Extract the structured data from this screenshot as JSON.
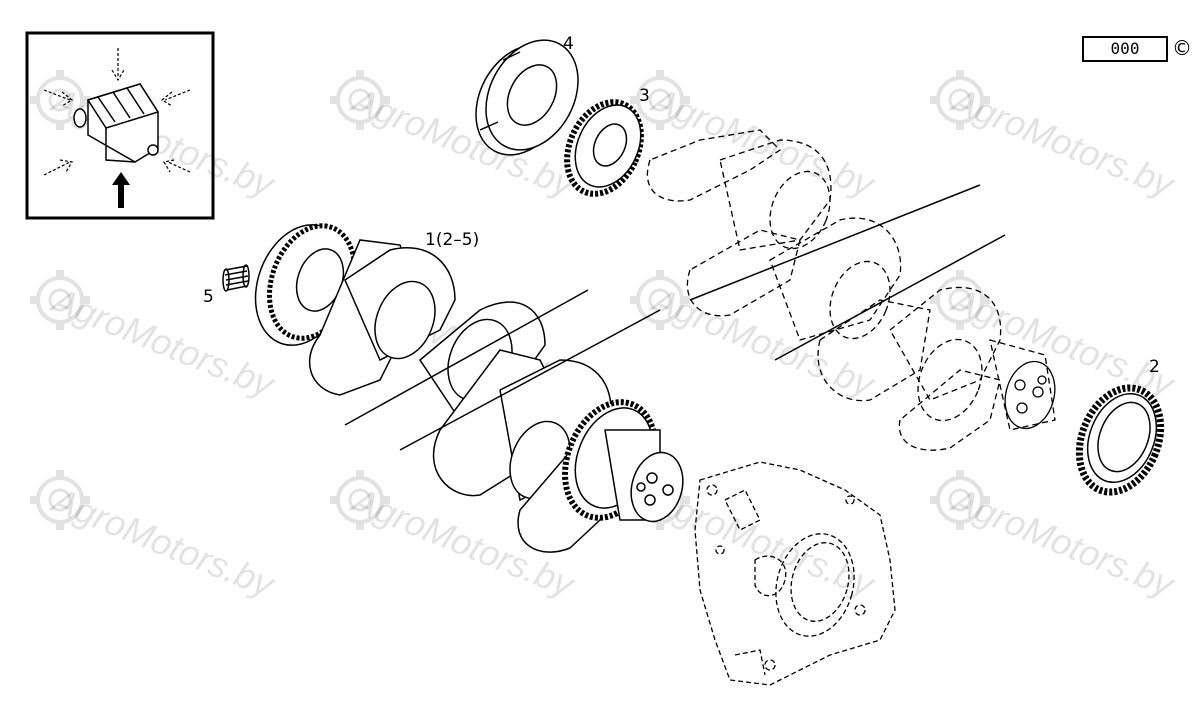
{
  "diagram": {
    "code": "000",
    "copyright_symbol": "©",
    "watermark_text": "AgroMotors.by",
    "callouts": {
      "assembly": "1(2–5)",
      "part2": "2",
      "part3": "3",
      "part4": "4",
      "part5": "5"
    },
    "colors": {
      "line": "#000000",
      "background": "#ffffff",
      "watermark": "#c8c8c8"
    }
  }
}
